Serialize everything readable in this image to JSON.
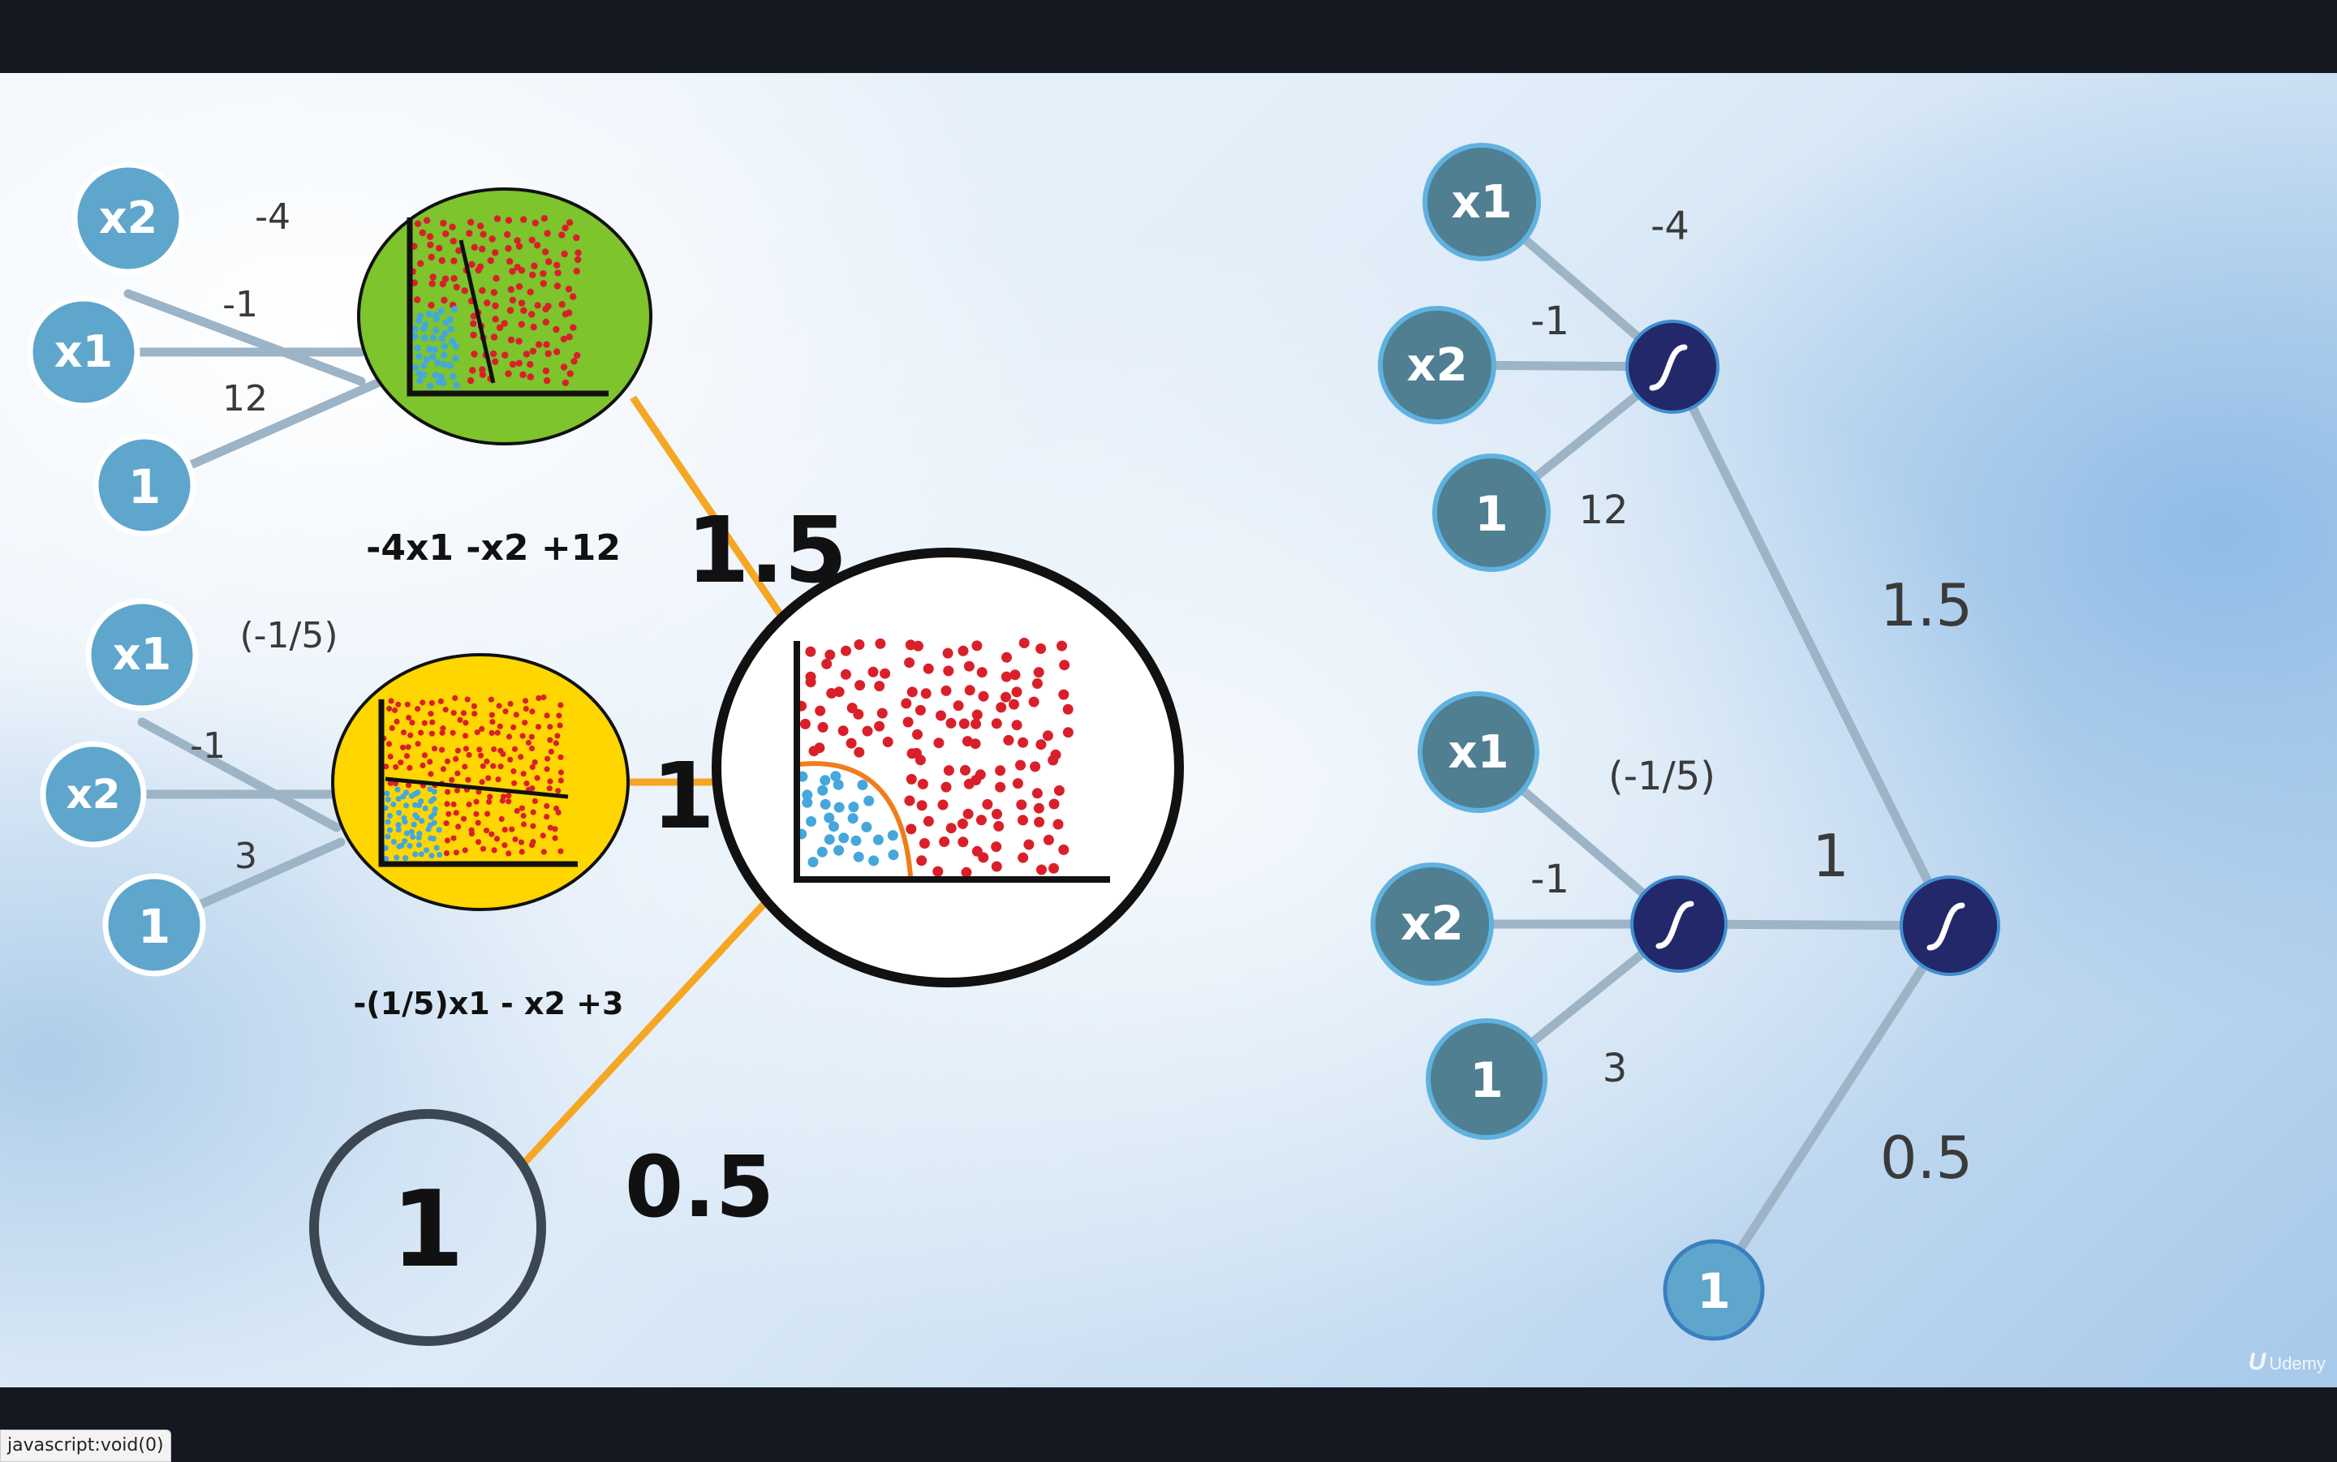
{
  "left_diagram": {
    "top_perceptron": {
      "inputs": [
        "x2",
        "x1",
        "1"
      ],
      "weights": [
        "-4",
        "-1",
        "12"
      ],
      "equation": "-4x1 -x2 +12",
      "fill": "#7dc42d"
    },
    "bottom_perceptron": {
      "inputs": [
        "x1",
        "x2",
        "1"
      ],
      "weights": [
        "(-1/5)",
        "-1",
        "3"
      ],
      "equation": "-(1/5)x1 - x2 +3",
      "fill": "#ffd600"
    },
    "output_weights": [
      "1.5",
      "1",
      "0.5"
    ],
    "bias_label": "1"
  },
  "right_diagram": {
    "top_inputs": [
      "x1",
      "x2",
      "1"
    ],
    "top_weights": [
      "-4",
      "-1",
      "12"
    ],
    "bottom_inputs": [
      "x1",
      "x2",
      "1"
    ],
    "bottom_weights": [
      "(-1/5)",
      "-1",
      "3"
    ],
    "output_weights": [
      "1.5",
      "1",
      "0.5"
    ],
    "bias_label": "1"
  },
  "colors": {
    "input_node": "#5ea6cc",
    "input_node_dark": "#4f7f91",
    "sigmoid_node": "#23286a",
    "edge_gray": "#9cb4c6",
    "edge_orange": "#f5a623",
    "point_red": "#d9202a",
    "point_blue": "#45a7dc"
  },
  "icons": {
    "sigmoid": "sigmoid-icon"
  },
  "watermark": {
    "logo": "U",
    "text": "Udemy"
  },
  "status_text": "javascript:void(0)"
}
